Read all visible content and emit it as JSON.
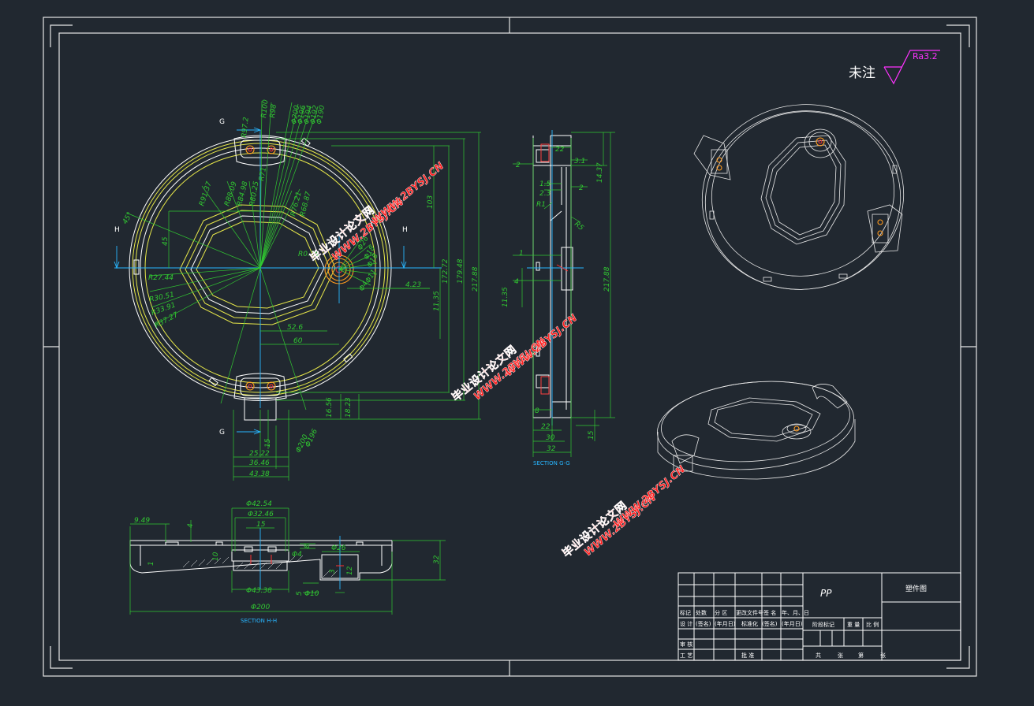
{
  "surface_note": {
    "label": "未注",
    "roughness": "Ra3.2"
  },
  "section_labels": {
    "g": "G",
    "h": "H",
    "section_gg": "SECTION G-G",
    "section_hh": "SECTION H-H"
  },
  "front_dims": {
    "r_top": [
      "R100",
      "R98",
      "R97.2"
    ],
    "phi_top": [
      "Φ200",
      "Φ196",
      "Φ194",
      "Φ192",
      "Φ190"
    ],
    "r_inner": [
      "R91.37",
      "R88.09",
      "R84.98",
      "R80.25",
      "R71",
      "R76.21",
      "R68.87"
    ],
    "r_left": [
      "R27.44",
      "R30.51",
      "R33.91",
      "R37.27"
    ],
    "r_center": [
      "R0.75",
      "Φ26",
      "Φ18",
      "Φ16",
      "Φ11",
      "Φ4"
    ],
    "angle": "45°",
    "v45": "45",
    "h52": "52.6",
    "h60": "60",
    "h423": "4.23",
    "v1135": "11.35",
    "v103": "103",
    "v17272": "172.72",
    "v17948": "179.48",
    "v21788": "217.88",
    "v1656": "16.56",
    "v1823": "18.23",
    "v15": "15",
    "phi_bottom": [
      "Φ200",
      "Φ196"
    ],
    "b2522": "25.22",
    "b3646": "36.46",
    "b4338": "43.38"
  },
  "gg_dims": {
    "d22": "22",
    "d31": "3.1",
    "d1437": "14.37",
    "d2a": "2",
    "d2b": "2",
    "d15": "1.5",
    "d23": "2.3",
    "r1": "R1",
    "r5": "R5",
    "d1": "1",
    "d4": "4",
    "d1135": "11.35",
    "d21788": "217.88",
    "d8": "8",
    "d22b": "22",
    "d30": "30",
    "d32": "32",
    "d15b": "15"
  },
  "hh_dims": {
    "p4254": "Φ42.54",
    "p3246": "Φ32.46",
    "d15": "15",
    "d949": "9.49",
    "d4": "4",
    "d1": "1",
    "d10": "10",
    "p26": "Φ26",
    "d8": "8",
    "p4": "Φ4",
    "d32": "32",
    "p4338": "Φ43.38",
    "d5": "5",
    "p10": "Φ10",
    "d3": "3",
    "d12": "12",
    "p200": "Φ200"
  },
  "watermarks": {
    "cn": "毕业设计论文网",
    "url": "WWW.2BYSJ.CN"
  },
  "title_block": {
    "material": "PP",
    "drawing_name": "塑件图",
    "row1": [
      "标记",
      "处数",
      "分 区",
      "更改文件号",
      "签 名",
      "年、月、日"
    ],
    "row2": [
      "设 计",
      "(签名)",
      "(年月日)",
      "标准化",
      "(签名)",
      "(年月日)"
    ],
    "stage_labels": [
      "阶段标记",
      "重 量",
      "比 例"
    ],
    "row3": "审 核",
    "row4": [
      "工 艺",
      "批 准"
    ],
    "bottom": [
      "共",
      "张",
      "第",
      "张"
    ]
  },
  "colors": {
    "background": "#212830",
    "line": "#ffffff",
    "dimension": "#31c831",
    "centerline": "#28b6ff",
    "outline_inner": "#e8e84a",
    "mark": "#ff3030",
    "roughness": "#ff33ff"
  }
}
